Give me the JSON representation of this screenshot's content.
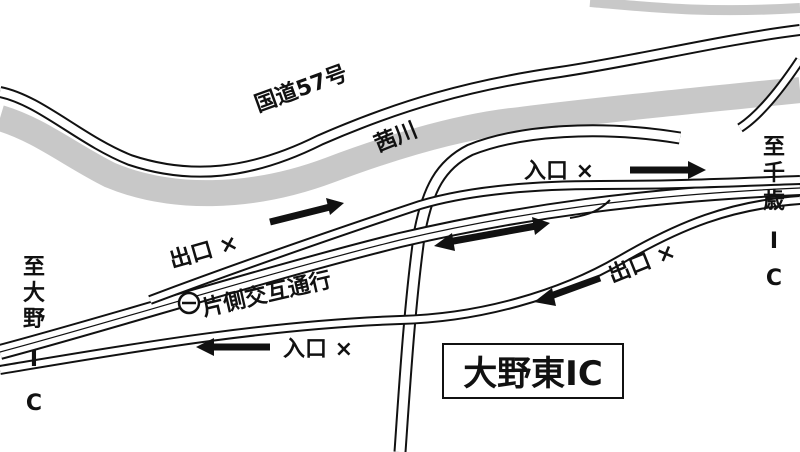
{
  "map": {
    "route_label": "国道57号",
    "river_label": "茜川",
    "interchange_name": "大野東IC",
    "one_way_label": "片側交互通行",
    "destination_left": [
      "至",
      "大",
      "野",
      "I",
      "C"
    ],
    "destination_right": [
      "至",
      "千",
      "歳",
      "I",
      "C"
    ],
    "ramp_upper_right": "入口 ×",
    "ramp_upper_left": "出口 ×",
    "ramp_lower_right": "出口 ×",
    "ramp_lower_left": "入口 ×",
    "colors": {
      "river": "#c8c8c8",
      "road_outline": "#111111",
      "arrow": "#111111",
      "background": "#ffffff"
    },
    "icons": {
      "one_way_marker": "circle-minus-icon",
      "closed_direction": "arrow-icon"
    }
  }
}
